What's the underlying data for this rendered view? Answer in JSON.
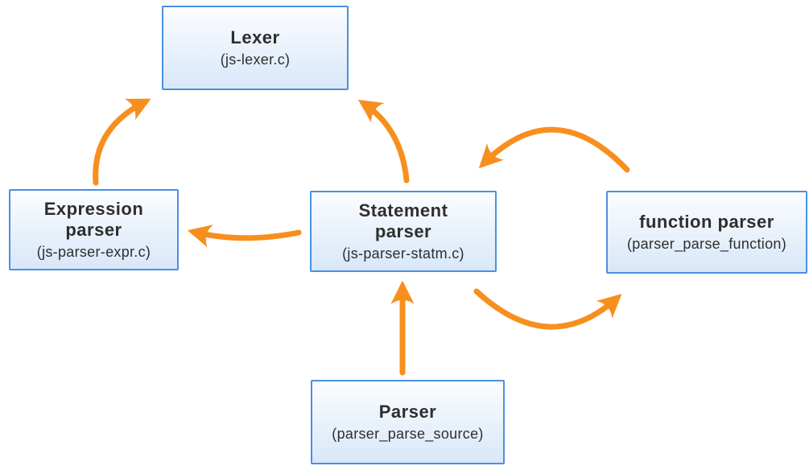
{
  "colors": {
    "arrow": "#F78F1E",
    "box_border": "#4A90E2",
    "box_fill_top": "#FCFDFF",
    "box_fill_bottom": "#D8E7F8",
    "text": "#2E2E2E",
    "bg": "#FFFFFF"
  },
  "nodes": {
    "lexer": {
      "title": "Lexer",
      "subtitle": "(js-lexer.c)"
    },
    "expression_parser": {
      "title": "Expression\nparser",
      "subtitle": "(js-parser-expr.c)"
    },
    "statement_parser": {
      "title": "Statement\nparser",
      "subtitle": "(js-parser-statm.c)"
    },
    "function_parser": {
      "title": "function parser",
      "subtitle": "(parser_parse_function)"
    },
    "parser": {
      "title": "Parser",
      "subtitle": "(parser_parse_source)"
    }
  },
  "edges": [
    {
      "from": "Expression parser",
      "to": "Lexer"
    },
    {
      "from": "Statement parser",
      "to": "Lexer"
    },
    {
      "from": "Statement parser",
      "to": "Expression parser"
    },
    {
      "from": "function parser",
      "to": "Statement parser"
    },
    {
      "from": "Statement parser",
      "to": "function parser"
    },
    {
      "from": "Parser",
      "to": "Statement parser"
    }
  ]
}
